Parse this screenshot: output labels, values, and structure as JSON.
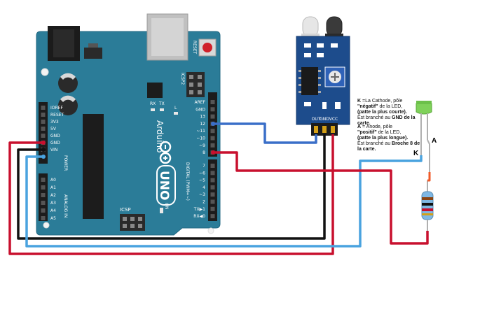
{
  "board": {
    "brand": "Arduino",
    "model": "UNO",
    "reset_label": "RESET",
    "icsp2_label": "ICSP2",
    "icsp_label": "ICSP",
    "on_label": "ON",
    "tx_label": "TX",
    "rx_label": "RX",
    "l_label": "L",
    "digital_label": "DIGITAL (PWM=~)",
    "power_label": "POWER",
    "analog_label": "ANALOG IN",
    "power_pins": [
      "IOREF",
      "RESET",
      "3V3",
      "5V",
      "GND",
      "GND",
      "VIN"
    ],
    "analog_pins": [
      "A0",
      "A1",
      "A2",
      "A3",
      "A4",
      "A5"
    ],
    "digital_top_pins": [
      "AREF",
      "GND",
      "13",
      "12",
      "~11",
      "~10",
      "~9",
      "8"
    ],
    "digital_bottom_pins": [
      "7",
      "~6",
      "~5",
      "4",
      "~3",
      "2",
      "TX▶1",
      "RX◀0"
    ],
    "board_color": "#2b7c98"
  },
  "sensor": {
    "pins": [
      "OUT",
      "GND",
      "VCC"
    ],
    "board_color": "#1d4c8c"
  },
  "led_note": {
    "k_letter": "K",
    "k_text": "=La Cathode, pôle",
    "k_line2_bold": "\"négatif\"",
    "k_line2": " de la LED,",
    "k_line3_bold": "(patte la plus courte).",
    "k_line4": "Est branché au",
    "k_line4_bold": "GND de la carte.",
    "a_letter": "A",
    "a_text": "= Anode, pôle",
    "a_line2_bold": "\"positif\"",
    "a_line2": " de la LED,",
    "a_line3_bold": "(patte la plus longue).",
    "a_line4": "Est branché au",
    "a_line4_bold": "Broche 8 de la carte."
  },
  "led_labels": {
    "k": "K",
    "a": "A"
  },
  "wire_colors": {
    "red": "#c8102e",
    "black": "#111111",
    "blue": "#3a8ed6",
    "orange": "#f05a28",
    "lightblue": "#4aa3df"
  }
}
